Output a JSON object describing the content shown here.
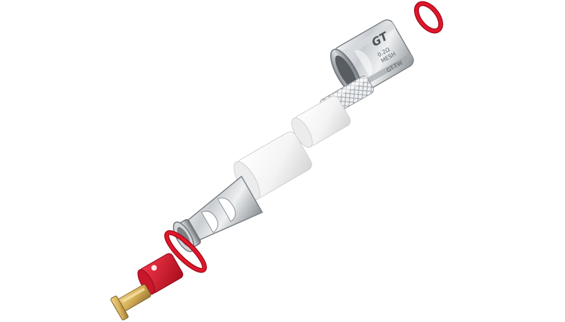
{
  "image": {
    "kind": "exploded view of a coil assembly",
    "engraving": {
      "brand": "GT",
      "line1": "0.2Ω",
      "line2": "MESH",
      "line3": "GT-TW"
    },
    "colors": {
      "background": "#ffffff",
      "steel_light": "#e6e8ea",
      "steel_mid": "#b8bcc0",
      "steel_dark": "#6f7479",
      "ring_red": "#e1172b",
      "ring_red_dark": "#a80d1c",
      "cotton_white": "#f7f7f7",
      "cotton_shadow": "#d9d9d9",
      "brass": "#d8b25a",
      "brass_dark": "#9a7530"
    }
  }
}
